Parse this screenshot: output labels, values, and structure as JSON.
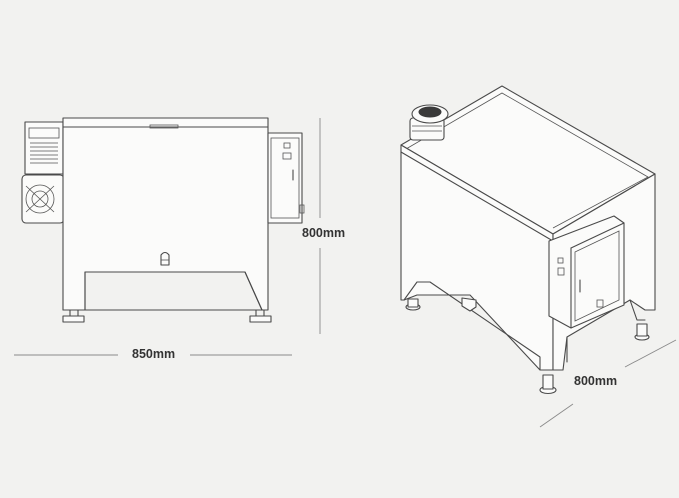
{
  "dimensions": {
    "width_label": "850mm",
    "height_label": "800mm",
    "depth_label": "800mm"
  },
  "colors": {
    "background": "#f2f2f0",
    "line": "#4a4a4a",
    "dimension_line": "#8a8a8a",
    "text": "#333333"
  }
}
